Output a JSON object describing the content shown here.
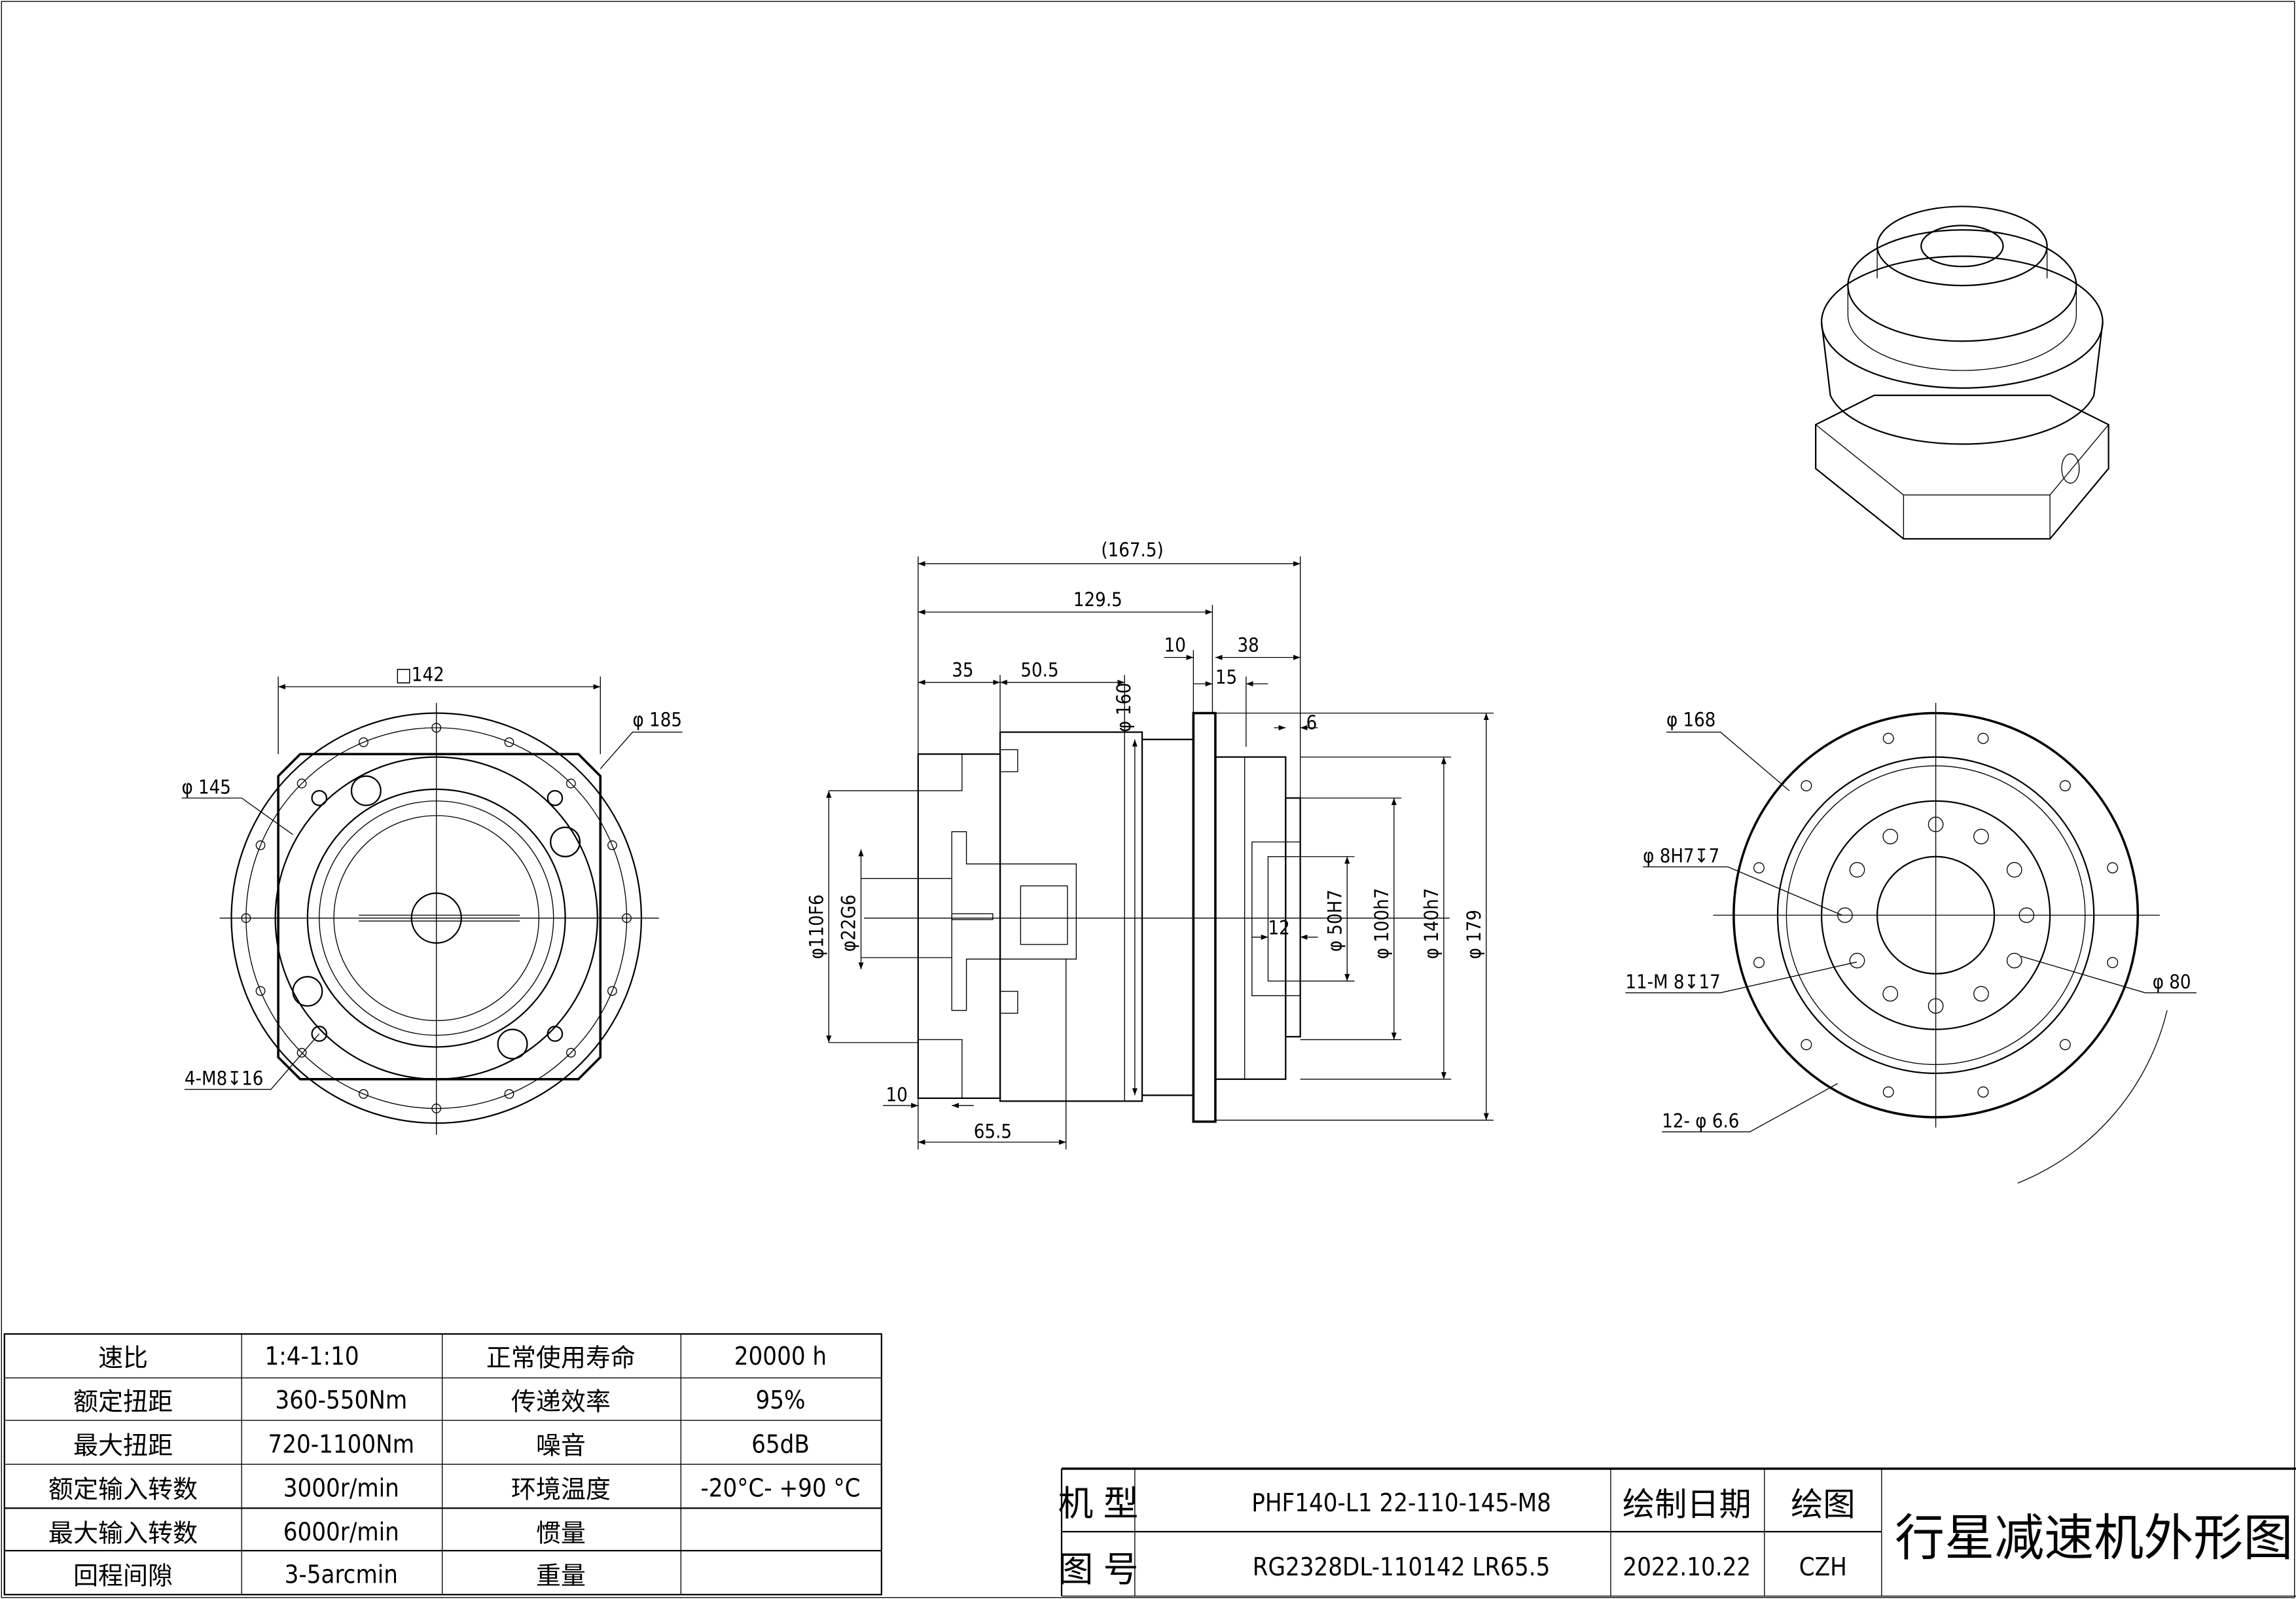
{
  "left_view": {
    "square": "□142",
    "d185": "φ 185",
    "d145": "φ 145",
    "holes": "4-M8↧16"
  },
  "side_view": {
    "overall": "(167.5)",
    "len_129_5": "129.5",
    "len_10_top": "10",
    "len_38": "38",
    "len_15": "15",
    "len_35": "35",
    "len_50_5": "50.5",
    "d160": "φ 160",
    "len_6": "6",
    "len_12": "12",
    "d110": "φ110F6",
    "d22": "φ22G6",
    "d50": "φ 50H7",
    "d100": "φ 100h7",
    "d140": "φ 140h7",
    "d179": "φ 179",
    "len_10_bottom": "10",
    "len_65_5": "65.5"
  },
  "right_view": {
    "d168": "φ 168",
    "pin": "φ 8H7↧7",
    "thread": "11-M 8↧17",
    "d80": "φ 80",
    "holes": "12- φ 6.6"
  },
  "spec_table": [
    [
      "速比",
      "1:4-1:10",
      "正常使用寿命",
      "20000  h"
    ],
    [
      "额定扭距",
      "360-550Nm",
      "传递效率",
      "95%"
    ],
    [
      "最大扭距",
      "720-1100Nm",
      "噪音",
      "65dB"
    ],
    [
      "额定输入转数",
      "3000r/min",
      "环境温度",
      "-20°C- +90 °C"
    ],
    [
      "最大输入转数",
      "6000r/min",
      "惯量",
      ""
    ],
    [
      "回程间隙",
      "3-5arcmin",
      "重量",
      ""
    ]
  ],
  "title_block": {
    "model_label": "机  型",
    "model": "PHF140-L1 22-110-145-M8",
    "drawing_no_label": "图  号",
    "drawing_no": "RG2328DL-110142  LR65.5",
    "date_label": "绘制日期",
    "date": "2022.10.22",
    "drawer_label": "绘图",
    "drawer": "CZH",
    "title": "行星减速机外形图"
  }
}
